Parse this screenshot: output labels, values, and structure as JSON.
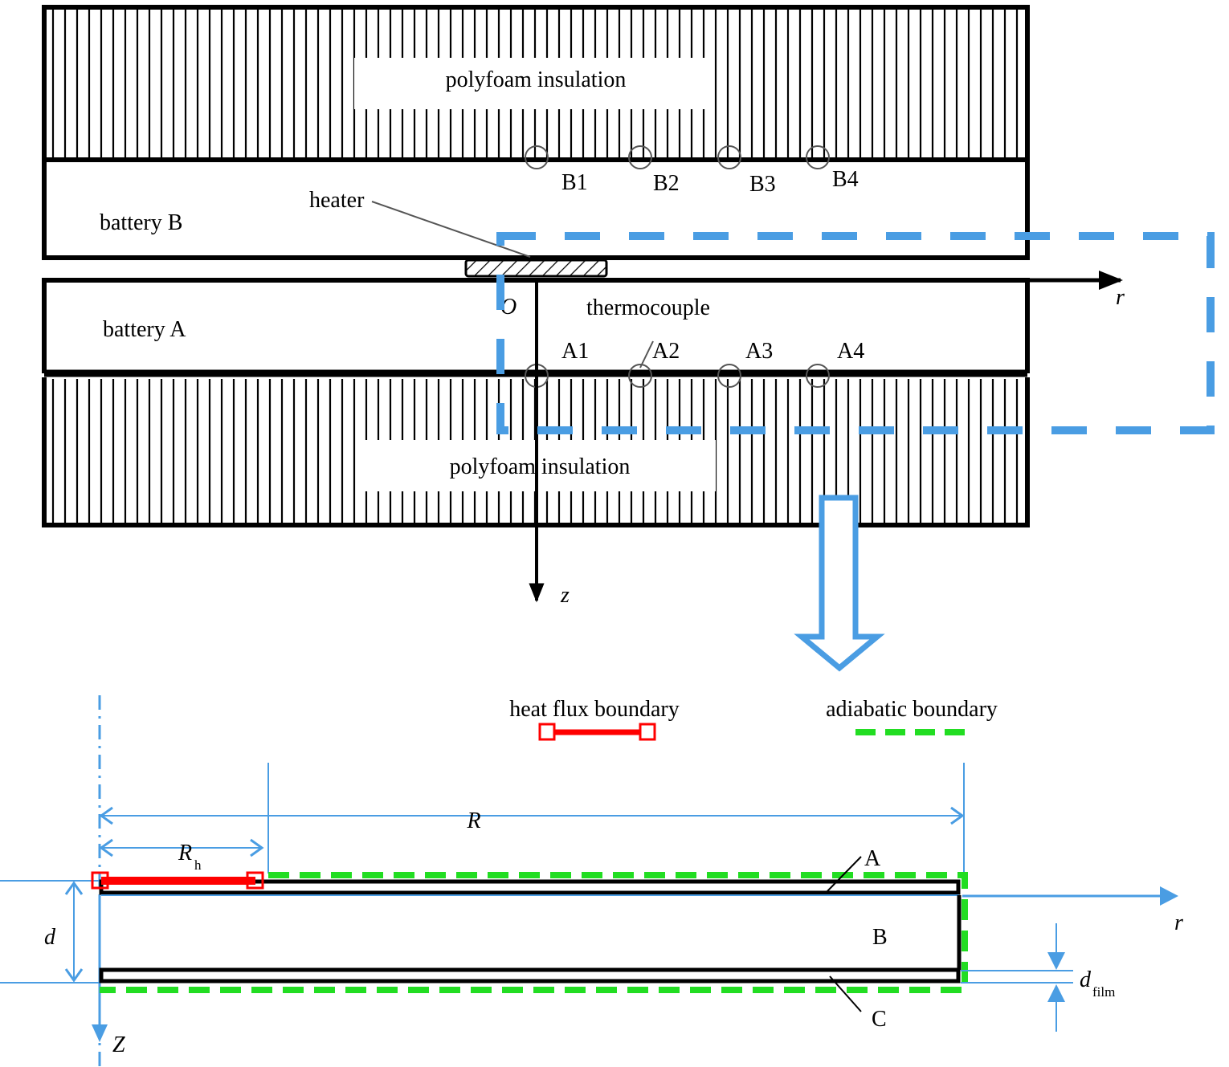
{
  "colors": {
    "outline": "#000000",
    "blue": "#4a9de3",
    "red": "#ff0000",
    "green": "#22dd22"
  },
  "top": {
    "insulation_top_label": "polyfoam insulation",
    "insulation_bottom_label": "polyfoam insulation",
    "battery_b_label": "battery B",
    "battery_a_label": "battery A",
    "heater_label": "heater",
    "thermocouple_label": "thermocouple",
    "origin_label": "O",
    "r_axis_label": "r",
    "z_axis_label": "z",
    "b_points": [
      "B1",
      "B2",
      "B3",
      "B4"
    ],
    "a_points": [
      "A1",
      "A2",
      "A3",
      "A4"
    ]
  },
  "legend": {
    "heat_flux_label": "heat flux boundary",
    "adiabatic_label": "adiabatic boundary"
  },
  "bottom": {
    "R_label": "R",
    "Rh_label": "R",
    "Rh_sub": "h",
    "d_label": "d",
    "dfilm_label": "d",
    "dfilm_sub": "film",
    "layer_a_label": "A",
    "layer_b_label": "B",
    "layer_c_label": "C",
    "r_axis_label": "r",
    "Z_axis_label": "Z"
  }
}
